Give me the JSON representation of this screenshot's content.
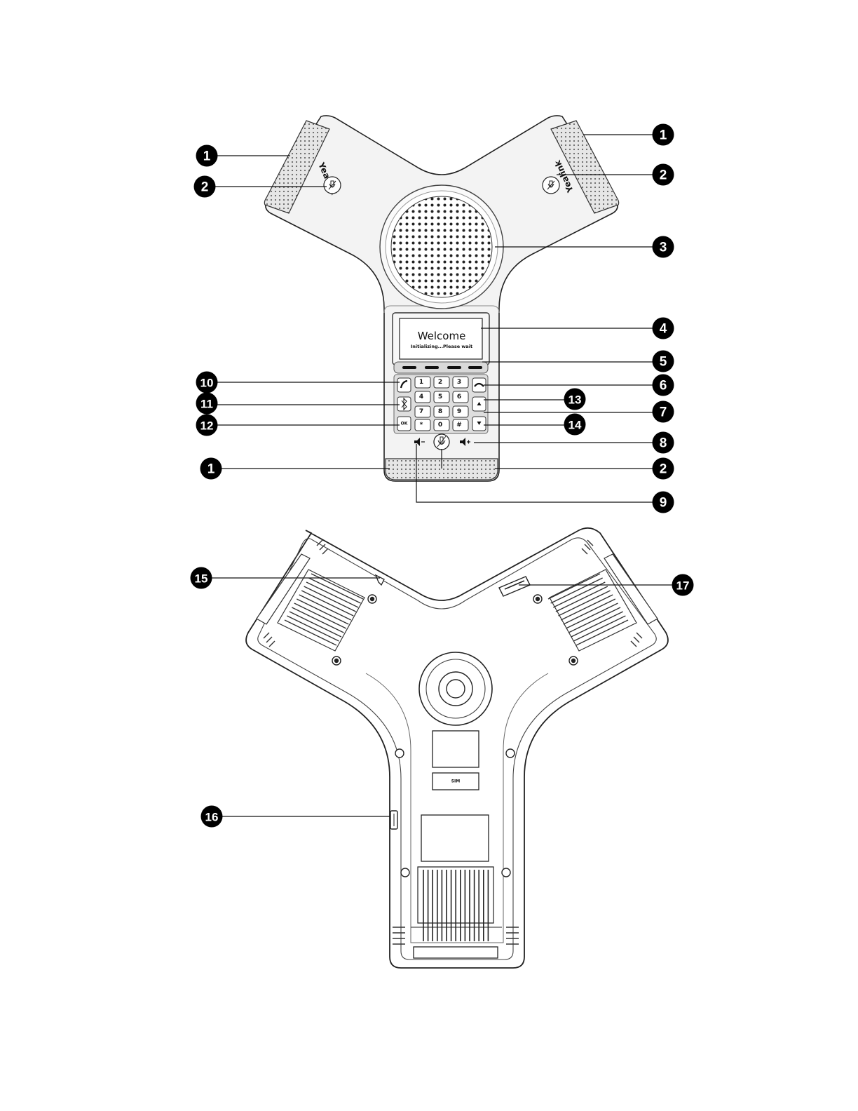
{
  "screen": {
    "title": "Welcome",
    "subtitle": "Initializing...Please wait"
  },
  "brand_logo": "Yealink",
  "keypad": [
    "1",
    "2",
    "3",
    "4",
    "5",
    "6",
    "7",
    "8",
    "9",
    "*",
    "0",
    "#"
  ],
  "ok_key": "OK",
  "sim_label": "SIM",
  "callouts": [
    "1",
    "2",
    "1",
    "2",
    "3",
    "4",
    "5",
    "10",
    "6",
    "11",
    "13",
    "7",
    "12",
    "14",
    "8",
    "1",
    "2",
    "9",
    "15",
    "17",
    "16"
  ]
}
